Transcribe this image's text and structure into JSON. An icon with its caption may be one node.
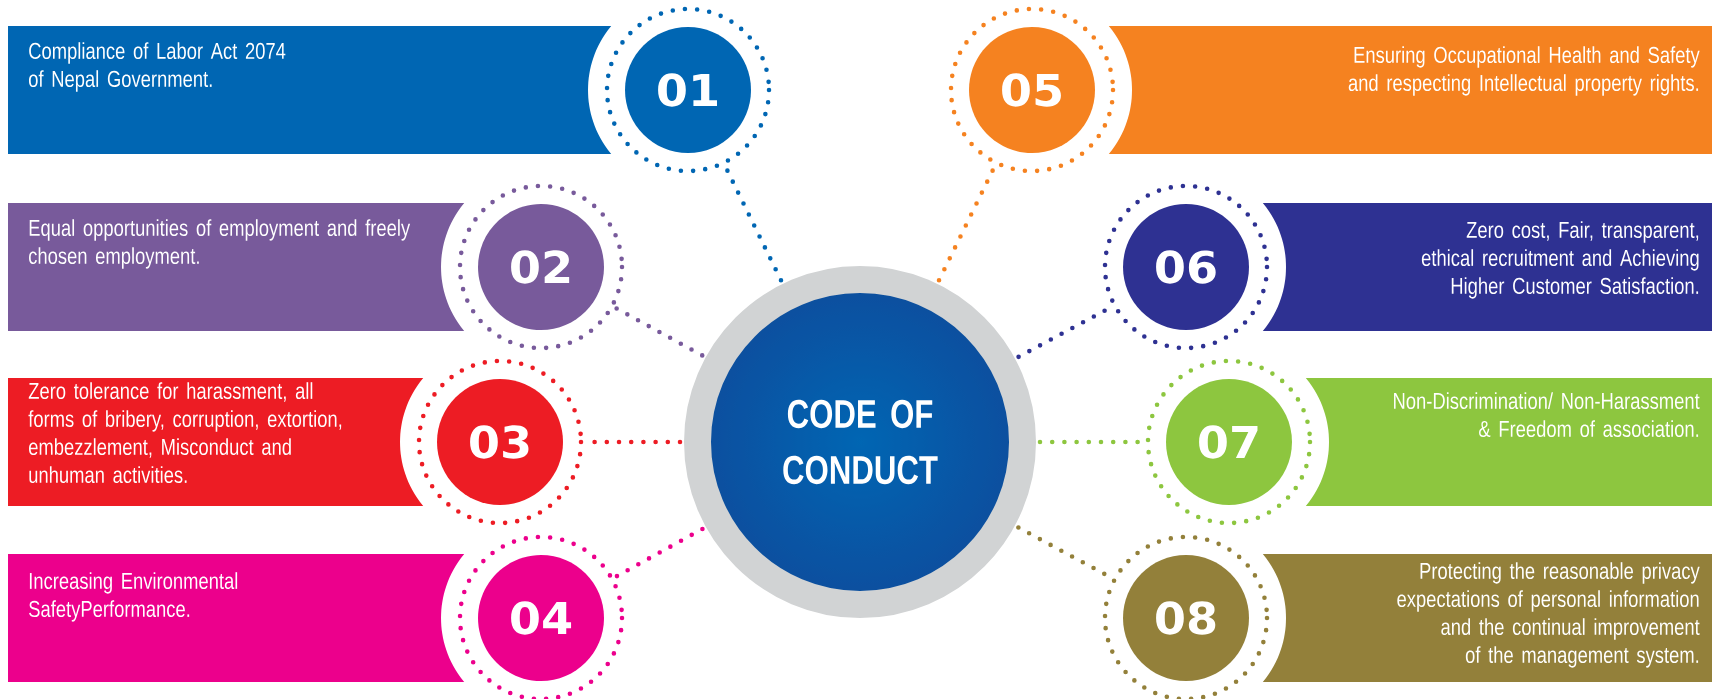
{
  "diagram": {
    "nodes": [
      {
        "text": [
          "CODE OF CONDUCT"
        ]
      },
      {
        "text": [
          "Compliance of Labor Act 2074 of Nepal Government."
        ]
      },
      {
        "text": [
          "01"
        ]
      },
      {
        "text": [
          "Equal opportunities of employment and freely chosen employment."
        ]
      },
      {
        "text": [
          "02"
        ]
      },
      {
        "text": [
          "Zero tolerance for harassment, all forms of bribery, corruption, extortion, embezzlement, Misconduct and unhuman activities."
        ]
      },
      {
        "text": [
          "03"
        ]
      },
      {
        "text": [
          "Increasing Environmental SafetyPerformance."
        ]
      },
      {
        "text": [
          "04"
        ]
      },
      {
        "text": [
          "Ensuring Occupational Health and Safety and respecting Intellectual property rights."
        ]
      },
      {
        "text": [
          "05"
        ]
      },
      {
        "text": [
          "Zero cost, Fair, transparent, ethical recruitment  and Achieving Higher Customer Satisfaction."
        ]
      },
      {
        "text": [
          "06"
        ]
      },
      {
        "text": [
          "Non-Discrimination/ Non-Harassment & Freedom of association."
        ]
      },
      {
        "text": [
          "07"
        ]
      },
      {
        "text": [
          "Protecting the reasonable privacy expectations of personal information and the continual improvement of the management system."
        ]
      },
      {
        "text": [
          "08"
        ]
      }
    ],
    "edges": [
      {
        "from": 0,
        "to": 2,
        "arrow": "none",
        "color": "#0066b3"
      },
      {
        "from": 0,
        "to": 4,
        "arrow": "none",
        "color": "#785a9b"
      },
      {
        "from": 0,
        "to": 6,
        "arrow": "none",
        "color": "#ed1c24"
      },
      {
        "from": 0,
        "to": 8,
        "arrow": "none",
        "color": "#ec008c"
      },
      {
        "from": 0,
        "to": 10,
        "arrow": "none",
        "color": "#f58220"
      },
      {
        "from": 0,
        "to": 12,
        "arrow": "none",
        "color": "#2e3192"
      },
      {
        "from": 0,
        "to": 14,
        "arrow": "none",
        "color": "#8dc63f"
      },
      {
        "from": 0,
        "to": 16,
        "arrow": "none",
        "color": "#93803a"
      }
    ]
  }
}
